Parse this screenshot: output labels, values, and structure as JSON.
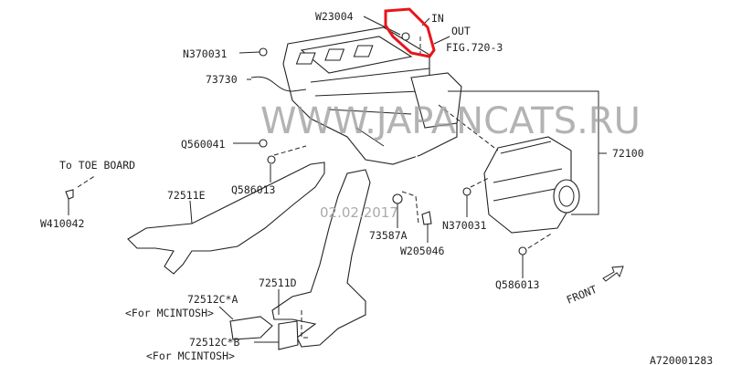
{
  "diagram": {
    "labels": {
      "w23004": "W23004",
      "in": "IN",
      "out": "OUT",
      "fig": "FIG.720-3",
      "n370031_top": "N370031",
      "p73730": "73730",
      "q560041": "Q560041",
      "toe_board": "To TOE BOARD",
      "w410042": "W410042",
      "p72511e": "72511E",
      "q586013_left": "Q586013",
      "p73587a": "73587A",
      "w205046": "W205046",
      "n370031_right": "N370031",
      "p72100": "72100",
      "q586013_right": "Q586013",
      "front": "FRONT",
      "p72511d": "72511D",
      "p72512ca": "72512C*A",
      "mcintosh_a": "<For MCINTOSH>",
      "p72512cb": "72512C*B",
      "mcintosh_b": "<For MCINTOSH>",
      "diagram_id": "A720001283"
    },
    "watermark": "WWW.JAPANCATS.RU",
    "date_stamp": "02.02.2017",
    "highlight_color": "#e8141c"
  }
}
